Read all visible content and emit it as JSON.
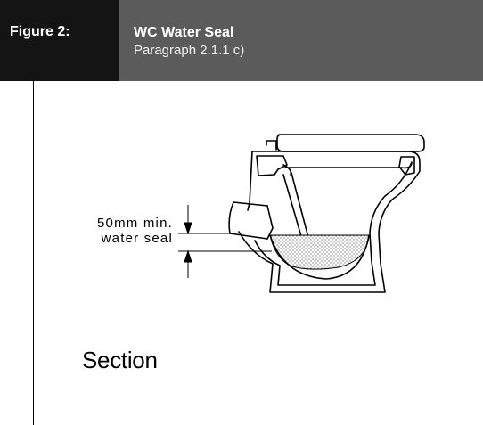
{
  "header": {
    "figure_label": "Figure 2:",
    "title": "WC Water Seal",
    "subtitle": "Paragraph 2.1.1 c)"
  },
  "diagram": {
    "dimension_label_line1": "50mm min.",
    "dimension_label_line2": "water seal",
    "section_label": "Section"
  },
  "colors": {
    "figure_label_bg": "#141414",
    "title_bg": "#5b5b5b",
    "line": "#000000"
  }
}
